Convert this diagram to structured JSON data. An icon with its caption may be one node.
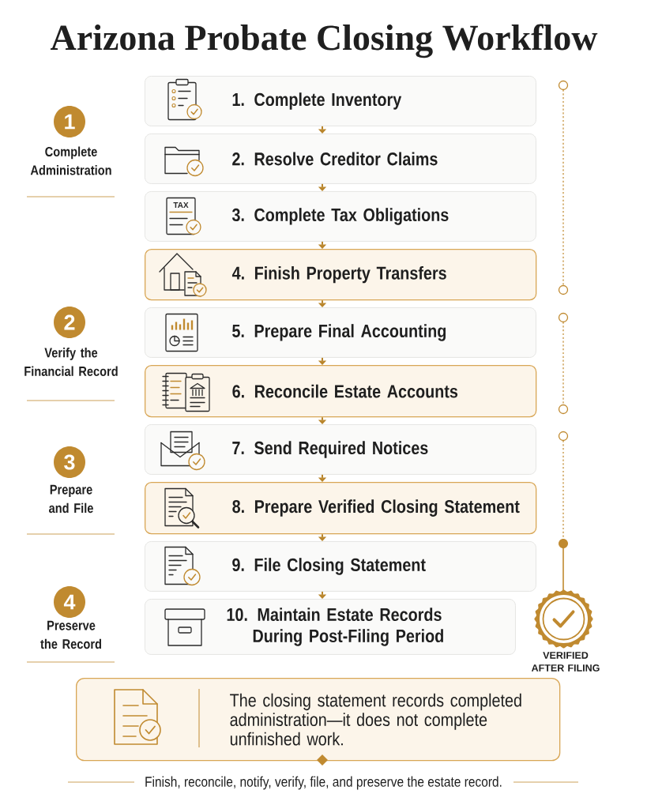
{
  "diagram": {
    "title": "Arizona Probate Closing Workflow",
    "nodes": [
      {
        "text": [
          "1. Complete Inventory"
        ]
      },
      {
        "text": [
          "2. Resolve Creditor Claims"
        ]
      },
      {
        "text": [
          "3. Complete Tax Obligations"
        ]
      },
      {
        "text": [
          "4. Finish Property Transfers"
        ]
      },
      {
        "text": [
          "5. Prepare Final Accounting"
        ]
      },
      {
        "text": [
          "6. Reconcile Estate Accounts"
        ]
      },
      {
        "text": [
          "7. Send Required Notices"
        ]
      },
      {
        "text": [
          "8. Prepare Verified Closing Statement"
        ]
      },
      {
        "text": [
          "9. File Closing Statement"
        ]
      },
      {
        "text": [
          "10. Maintain Estate Records During Post-Filing Period"
        ]
      },
      {
        "text": [
          "1"
        ],
        "beside": [
          "Complete Administration"
        ]
      },
      {
        "text": [
          "2"
        ],
        "beside": [
          "Verify the Financial Record"
        ]
      },
      {
        "text": [
          "3"
        ],
        "beside": [
          "Prepare and File"
        ]
      },
      {
        "text": [
          "4"
        ],
        "beside": [
          "Preserve the Record"
        ]
      },
      {
        "text": [
          "The closing statement records completed administration—it does not complete unfinished work."
        ]
      }
    ],
    "edges": [
      {
        "from": 0,
        "to": 1,
        "arrow": "to"
      },
      {
        "from": 1,
        "to": 2,
        "arrow": "to"
      },
      {
        "from": 2,
        "to": 3,
        "arrow": "to"
      },
      {
        "from": 3,
        "to": 4,
        "arrow": "to"
      },
      {
        "from": 4,
        "to": 5,
        "arrow": "to"
      },
      {
        "from": 5,
        "to": 6,
        "arrow": "to"
      },
      {
        "from": 6,
        "to": 7,
        "arrow": "to"
      },
      {
        "from": 7,
        "to": 8,
        "arrow": "to"
      },
      {
        "from": 8,
        "to": 9,
        "arrow": "to"
      }
    ],
    "labels": [
      "TAX",
      "VERIFIED AFTER FILING",
      "Finish, reconcile, notify, verify, file, and preserve the estate record."
    ]
  }
}
